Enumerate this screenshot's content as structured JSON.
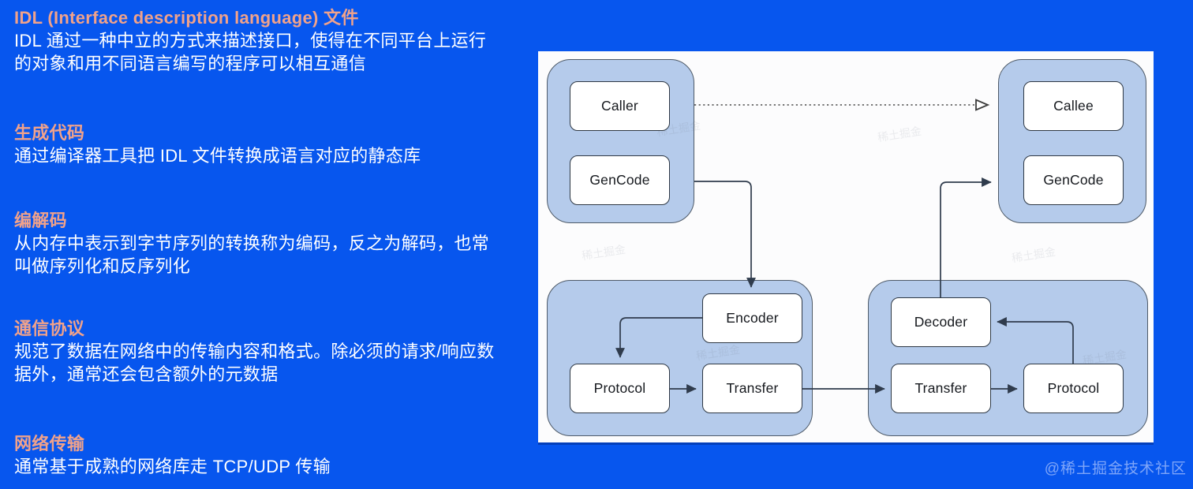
{
  "page": {
    "background_color": "#0756ee",
    "watermark": "@稀土掘金技术社区"
  },
  "notes": {
    "heading_color": "#f0a28b",
    "body_color": "#ffffff",
    "sections": [
      {
        "heading": "IDL (Interface description language) 文件",
        "body": "IDL 通过一种中立的方式来描述接口，使得在不同平台上运行\n的对象和用不同语言编写的程序可以相互通信"
      },
      {
        "heading": "生成代码",
        "body": "通过编译器工具把 IDL 文件转换成语言对应的静态库"
      },
      {
        "heading": "编解码",
        "body": "从内存中表示到字节序列的转换称为编码，反之为解码，也常\n叫做序列化和反序列化"
      },
      {
        "heading": "通信协议",
        "body": "规范了数据在网络中的传输内容和格式。除必须的请求/响应数\n据外，通常还会包含额外的元数据"
      },
      {
        "heading": "网络传输",
        "body": "通常基于成熟的网络库走 TCP/UDP 传输"
      }
    ]
  },
  "diagram": {
    "panel_color": "#fcfcfd",
    "group_fill": "#b5cbeb",
    "group_border": "#4e5a68",
    "box_fill": "#ffffff",
    "box_border": "#2e3844",
    "arrow_color": "#2f3b4c",
    "faint_watermark": "稀土掘金",
    "boxes": {
      "caller": "Caller",
      "gencode_left": "GenCode",
      "callee": "Callee",
      "gencode_right": "GenCode",
      "encoder": "Encoder",
      "protocol_left": "Protocol",
      "transfer_left": "Transfer",
      "decoder": "Decoder",
      "transfer_right": "Transfer",
      "protocol_right": "Protocol"
    },
    "edges": [
      {
        "from": "caller",
        "to": "callee",
        "style": "dotted-open-arrow"
      },
      {
        "from": "gencode_left",
        "to": "encoder",
        "style": "solid-arrow"
      },
      {
        "from": "encoder",
        "to": "protocol_left",
        "style": "solid-arrow"
      },
      {
        "from": "protocol_left",
        "to": "transfer_left",
        "style": "solid-arrow"
      },
      {
        "from": "transfer_left",
        "to": "transfer_right",
        "style": "solid-arrow"
      },
      {
        "from": "transfer_right",
        "to": "protocol_right",
        "style": "solid-arrow"
      },
      {
        "from": "protocol_right",
        "to": "decoder",
        "style": "solid-arrow"
      },
      {
        "from": "decoder",
        "to": "gencode_right",
        "style": "solid-arrow"
      }
    ]
  }
}
